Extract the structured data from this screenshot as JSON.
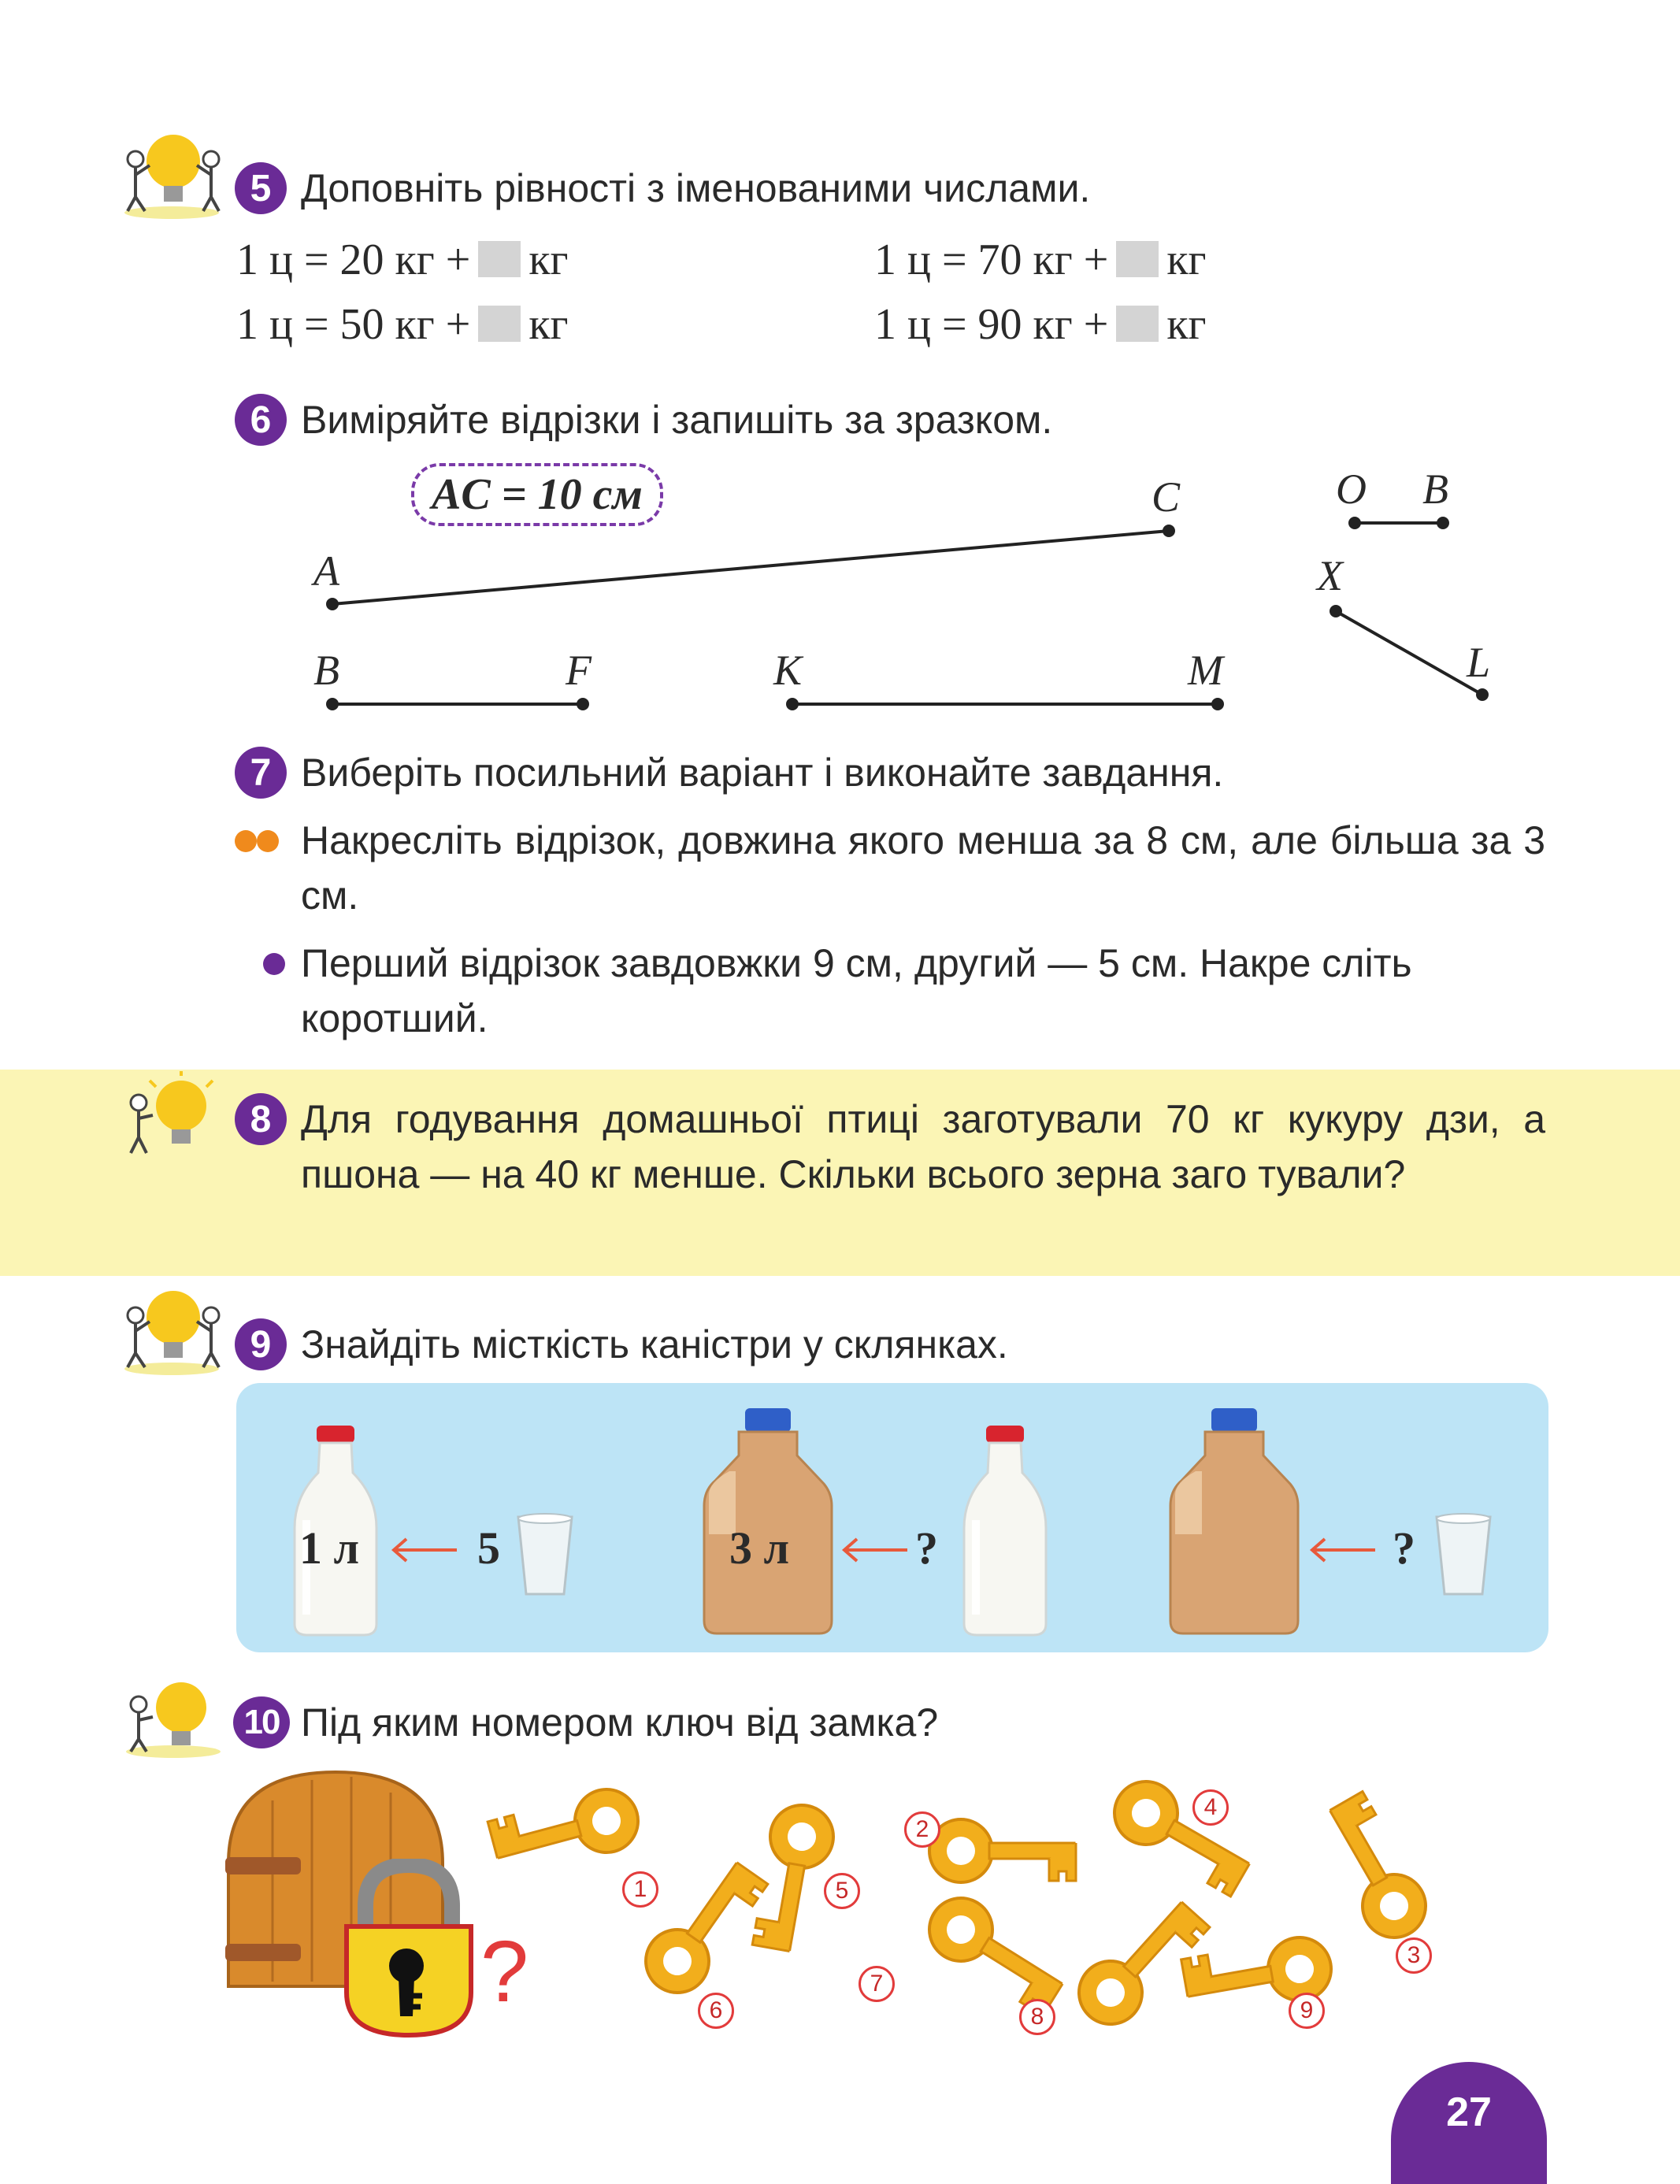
{
  "tasks": {
    "t5": {
      "number": "5",
      "title": "Доповніть рівності з іменованими числами.",
      "equations": [
        {
          "lhs": "1 ц = 20 кг +",
          "unit": "кг"
        },
        {
          "lhs": "1 ц = 70 кг +",
          "unit": "кг"
        },
        {
          "lhs": "1 ц = 50 кг +",
          "unit": "кг"
        },
        {
          "lhs": "1 ц = 90 кг +",
          "unit": "кг"
        }
      ]
    },
    "t6": {
      "number": "6",
      "title": "Виміряйте відрізки і запишіть за зразком.",
      "sample": "AC = 10 см",
      "points": {
        "A": "A",
        "C": "C",
        "O": "O",
        "B1": "B",
        "X": "X",
        "L": "L",
        "B2": "B",
        "F": "F",
        "K": "K",
        "M": "M"
      }
    },
    "t7": {
      "number": "7",
      "title": "Виберіть посильний варіант і виконайте завдання.",
      "option1": "Накресліть відрізок, довжина якого менша за 8 см, але більша за 3 см.",
      "option2": "Перший відрізок завдовжки 9 см, другий — 5 см. Накре сліть коротший."
    },
    "t8": {
      "number": "8",
      "text": "Для годування домашньої птиці заготували 70 кг кукуру дзи, а пшона — на 40 кг менше. Скільки всього зерна заго тували?"
    },
    "t9": {
      "number": "9",
      "title": "Знайдіть місткість каністри у склянках.",
      "bottle_volume": "1 л",
      "bottle_glasses": "5",
      "canister_volume": "3 л",
      "unknown": "?"
    },
    "t10": {
      "number": "10",
      "title": "Під яким номером ключ від замка?",
      "question_mark": "?",
      "key_numbers": [
        "1",
        "2",
        "3",
        "4",
        "5",
        "6",
        "7",
        "8",
        "9"
      ]
    }
  },
  "page_number": "27",
  "colors": {
    "task_badge": "#6a2b96",
    "highlight_band": "#fbf5b5",
    "panel_blue": "#bde4f6",
    "key_gold": "#f2ae1c",
    "bullet_orange": "#f08a1c"
  }
}
